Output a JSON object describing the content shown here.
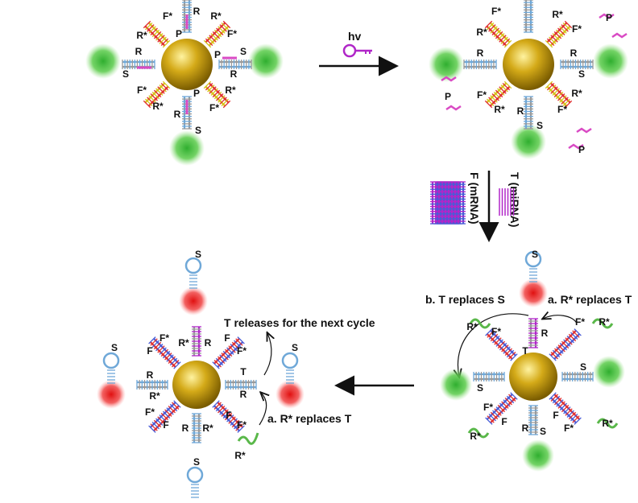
{
  "colors": {
    "gold": "#d4aa18",
    "gold_light": "#fff3a0",
    "gold_dark": "#7a5c00",
    "green_glow": "#3fbf3f",
    "red_glow": "#e21b1b",
    "purple": "#b026c8",
    "magenta": "#d94ac4",
    "gray": "#9a9a9a",
    "blue": "#4a5cd6",
    "red": "#e03030",
    "yellow": "#d6c21a",
    "green_strand": "#5ab84a",
    "cyan": "#6fa8d8",
    "arrow": "#111111"
  },
  "labels": {
    "s": "S",
    "r": "R",
    "r_star": "R*",
    "f": "F",
    "f_star": "F*",
    "p": "P",
    "t": "T"
  },
  "step1": {
    "light_label": "hv",
    "icon": "light-key-icon"
  },
  "step2": {
    "target_label": "T (miRNA)",
    "fuel_label": "F (mRNA)"
  },
  "step3": {
    "b_label": "b. T replaces S",
    "a_label": "a. R* replaces T"
  },
  "step4": {
    "release_label": "T releases for the next cycle",
    "a_label": "a. R* replaces T"
  }
}
